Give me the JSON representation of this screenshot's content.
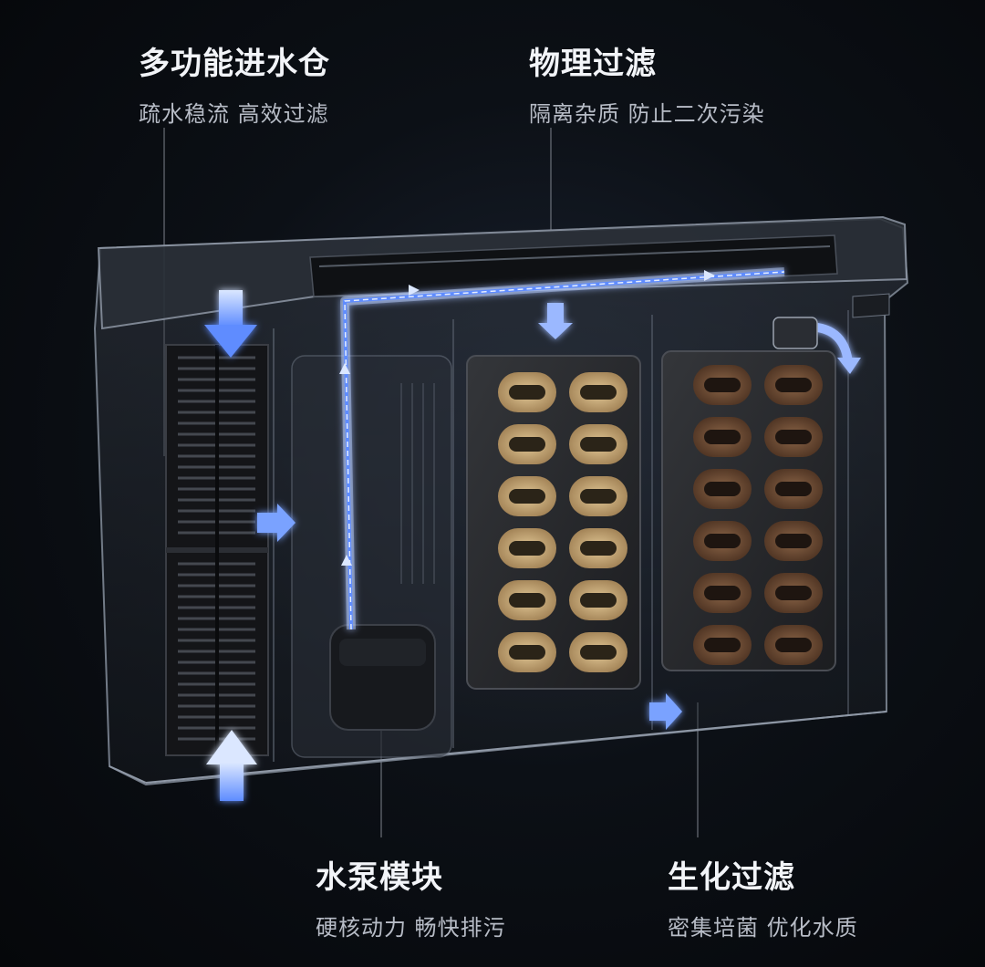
{
  "labels": {
    "inlet": {
      "title": "多功能进水仓",
      "subtitle": "疏水稳流 高效过滤"
    },
    "physical": {
      "title": "物理过滤",
      "subtitle": "隔离杂质 防止二次污染"
    },
    "pump": {
      "title": "水泵模块",
      "subtitle": "硬核动力 畅快排污"
    },
    "bio": {
      "title": "生化过滤",
      "subtitle": "密集培菌 优化水质"
    }
  },
  "colors": {
    "flow": "#5e8cff",
    "flow_glow": "#bcd2ff",
    "physical_media": "#c8a878",
    "bio_media": "#6d4a34",
    "sponge": "#2a2b2e"
  }
}
